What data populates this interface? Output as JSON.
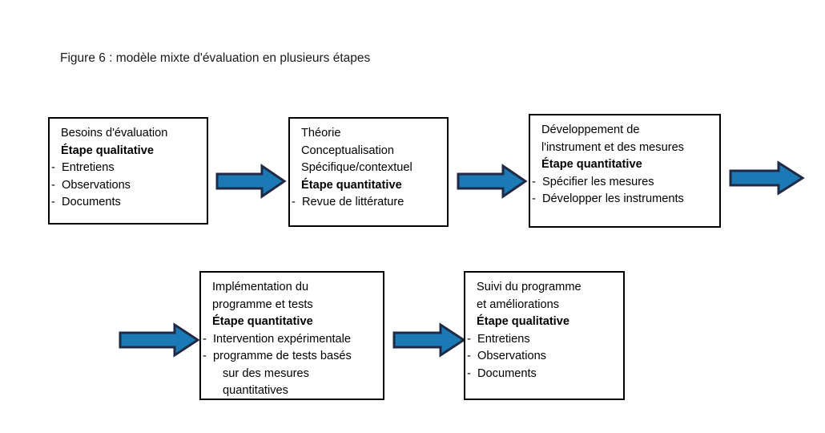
{
  "figure": {
    "title": "Figure 6 : modèle mixte d'évaluation en plusieurs étapes"
  },
  "colors": {
    "arrow_fill": "#1b7ab5",
    "arrow_stroke": "#1f2a44",
    "box_border": "#000000",
    "box_fill": "#ffffff",
    "text": "#000000",
    "background": "#ffffff"
  },
  "boxes": [
    {
      "id": "besoins-evaluation",
      "heading": [
        "Besoins d'évaluation"
      ],
      "stage": "Étape qualitative",
      "items": [
        "Entretiens",
        "Observations",
        "Documents"
      ],
      "continuations": []
    },
    {
      "id": "theorie-conceptualisation",
      "heading": [
        "Théorie",
        "Conceptualisation",
        "Spécifique/contextuel"
      ],
      "stage": "Étape quantitative",
      "items": [
        "Revue de littérature"
      ],
      "continuations": []
    },
    {
      "id": "developpement-instrument",
      "heading": [
        "Développement de",
        "l'instrument et des mesures"
      ],
      "stage": "Étape quantitative",
      "items": [
        "Spécifier les mesures",
        "Développer les instruments"
      ],
      "continuations": []
    },
    {
      "id": "implementation-programme",
      "heading": [
        "Implémentation du",
        "programme et tests"
      ],
      "stage": "Étape quantitative",
      "items": [
        "Intervention expérimentale",
        "programme de tests basés"
      ],
      "continuations": [
        "sur des mesures",
        "quantitatives"
      ]
    },
    {
      "id": "suivi-programme",
      "heading": [
        "Suivi du programme",
        "et améliorations"
      ],
      "stage": "Étape qualitative",
      "items": [
        "Entretiens",
        "Observations",
        "Documents"
      ],
      "continuations": []
    }
  ],
  "arrows": [
    {
      "id": "arrow-1",
      "from": "besoins-evaluation",
      "to": "theorie-conceptualisation",
      "direction": "right"
    },
    {
      "id": "arrow-2",
      "from": "theorie-conceptualisation",
      "to": "developpement-instrument",
      "direction": "right"
    },
    {
      "id": "arrow-3",
      "from": "developpement-instrument",
      "to": "implementation-programme",
      "direction": "right"
    },
    {
      "id": "arrow-4",
      "from": "developpement-instrument",
      "to": "implementation-programme",
      "direction": "right"
    },
    {
      "id": "arrow-5",
      "from": "implementation-programme",
      "to": "suivi-programme",
      "direction": "right"
    }
  ],
  "bullet_prefix": "-"
}
